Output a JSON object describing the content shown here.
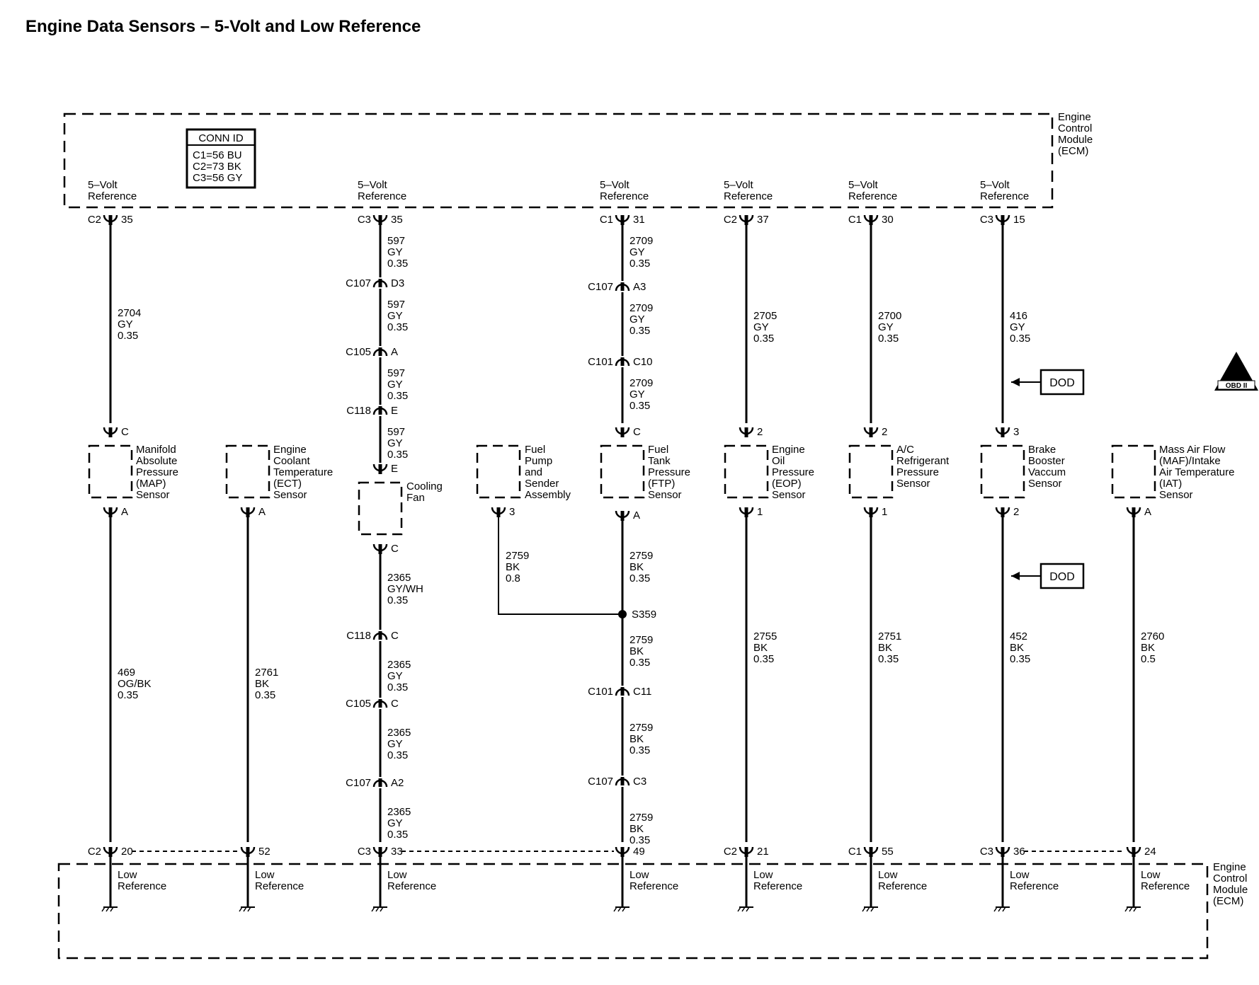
{
  "title": "Engine Data Sensors – 5-Volt and Low Reference",
  "module_label": [
    "Engine",
    "Control",
    "Module",
    "(ECM)"
  ],
  "conn_id": {
    "header": "CONN ID",
    "lines": [
      "C1=56 BU",
      "C2=73 BK",
      "C3=56 GY"
    ]
  },
  "ref_top": [
    "5–Volt",
    "Reference"
  ],
  "ref_bottom": [
    "Low",
    "Reference"
  ],
  "badge": {
    "text": "II",
    "sub": "OBD II"
  },
  "dod_label": "DOD",
  "circuits": [
    {
      "id": "map",
      "top_conn": {
        "name": "C2",
        "pin": "35"
      },
      "upper_wires": [
        [
          "2704",
          "GY",
          "0.35"
        ]
      ],
      "upper_inline": [],
      "sensor": {
        "name": [
          "Manifold",
          "Absolute",
          "Pressure",
          "(MAP)",
          "Sensor"
        ],
        "pin_top": "C",
        "pin_bottom": "A"
      },
      "lower_wires": [
        [
          "469",
          "OG/BK",
          "0.35"
        ]
      ],
      "lower_inline": [],
      "bottom_conn": {
        "name": "C2",
        "pin": "20"
      }
    },
    {
      "id": "ect",
      "top_conn": null,
      "upper_wires": [],
      "upper_inline": [],
      "sensor": {
        "name": [
          "Engine",
          "Coolant",
          "Temperature",
          "(ECT)",
          "Sensor"
        ],
        "pin_top": "",
        "pin_bottom": "A"
      },
      "lower_wires": [
        [
          "2761",
          "BK",
          "0.35"
        ]
      ],
      "lower_inline": [],
      "bottom_conn": {
        "name": "",
        "pin": "52"
      }
    },
    {
      "id": "fan",
      "top_conn": {
        "name": "C3",
        "pin": "35"
      },
      "upper_wires": [
        [
          "597",
          "GY",
          "0.35"
        ],
        [
          "597",
          "GY",
          "0.35"
        ],
        [
          "597",
          "GY",
          "0.35"
        ],
        [
          "597",
          "GY",
          "0.35"
        ]
      ],
      "upper_inline": [
        {
          "name": "C107",
          "pin": "D3"
        },
        {
          "name": "C105",
          "pin": "A"
        },
        {
          "name": "C118",
          "pin": "E"
        }
      ],
      "sensor": {
        "name": [
          "Cooling",
          "Fan"
        ],
        "pin_top": "E",
        "pin_bottom": "C"
      },
      "lower_wires": [
        [
          "2365",
          "GY/WH",
          "0.35"
        ],
        [
          "2365",
          "GY",
          "0.35"
        ],
        [
          "2365",
          "GY",
          "0.35"
        ],
        [
          "2365",
          "GY",
          "0.35"
        ]
      ],
      "lower_inline": [
        {
          "name": "C118",
          "pin": "C"
        },
        {
          "name": "C105",
          "pin": "C"
        },
        {
          "name": "C107",
          "pin": "A2"
        }
      ],
      "bottom_conn": {
        "name": "C3",
        "pin": "33"
      }
    },
    {
      "id": "fuel-pump",
      "top_conn": null,
      "upper_wires": [],
      "upper_inline": [],
      "sensor": {
        "name": [
          "Fuel",
          "Pump",
          "and",
          "Sender",
          "Assembly"
        ],
        "pin_top": "",
        "pin_bottom": "3"
      },
      "lower_wires": [
        [
          "2759",
          "BK",
          "0.8"
        ]
      ],
      "lower_inline": [],
      "bottom_conn": null
    },
    {
      "id": "ftp",
      "top_conn": {
        "name": "C1",
        "pin": "31"
      },
      "upper_wires": [
        [
          "2709",
          "GY",
          "0.35"
        ],
        [
          "2709",
          "GY",
          "0.35"
        ],
        [
          "2709",
          "GY",
          "0.35"
        ]
      ],
      "upper_inline": [
        {
          "name": "C107",
          "pin": "A3"
        },
        {
          "name": "C101",
          "pin": "C10"
        }
      ],
      "sensor": {
        "name": [
          "Fuel",
          "Tank",
          "Pressure",
          "(FTP)",
          "Sensor"
        ],
        "pin_top": "C",
        "pin_bottom": "A"
      },
      "lower_wires": [
        [
          "2759",
          "BK",
          "0.35"
        ],
        [
          "2759",
          "BK",
          "0.35"
        ],
        [
          "2759",
          "BK",
          "0.35"
        ],
        [
          "2759",
          "BK",
          "0.35"
        ]
      ],
      "lower_inline": [
        {
          "name": "S359",
          "pin": ""
        },
        {
          "name": "C101",
          "pin": "C11"
        },
        {
          "name": "C107",
          "pin": "C3"
        }
      ],
      "bottom_conn": {
        "name": "",
        "pin": "49"
      }
    },
    {
      "id": "eop",
      "top_conn": {
        "name": "C2",
        "pin": "37"
      },
      "upper_wires": [
        [
          "2705",
          "GY",
          "0.35"
        ]
      ],
      "upper_inline": [],
      "sensor": {
        "name": [
          "Engine",
          "Oil",
          "Pressure",
          "(EOP)",
          "Sensor"
        ],
        "pin_top": "2",
        "pin_bottom": "1"
      },
      "lower_wires": [
        [
          "2755",
          "BK",
          "0.35"
        ]
      ],
      "lower_inline": [],
      "bottom_conn": {
        "name": "C2",
        "pin": "21"
      }
    },
    {
      "id": "ac",
      "top_conn": {
        "name": "C1",
        "pin": "30"
      },
      "upper_wires": [
        [
          "2700",
          "GY",
          "0.35"
        ]
      ],
      "upper_inline": [],
      "sensor": {
        "name": [
          "A/C",
          "Refrigerant",
          "Pressure",
          "Sensor"
        ],
        "pin_top": "2",
        "pin_bottom": "1"
      },
      "lower_wires": [
        [
          "2751",
          "BK",
          "0.35"
        ]
      ],
      "lower_inline": [],
      "bottom_conn": {
        "name": "C1",
        "pin": "55"
      }
    },
    {
      "id": "brake",
      "top_conn": {
        "name": "C3",
        "pin": "15"
      },
      "upper_wires": [
        [
          "416",
          "GY",
          "0.35"
        ]
      ],
      "upper_inline": [],
      "sensor": {
        "name": [
          "Brake",
          "Booster",
          "Vaccum",
          "Sensor"
        ],
        "pin_top": "3",
        "pin_bottom": "2"
      },
      "lower_wires": [
        [
          "452",
          "BK",
          "0.35"
        ]
      ],
      "lower_inline": [],
      "bottom_conn": {
        "name": "C3",
        "pin": "36"
      }
    },
    {
      "id": "maf",
      "top_conn": null,
      "upper_wires": [],
      "upper_inline": [],
      "sensor": {
        "name": [
          "Mass Air Flow",
          "(MAF)/Intake",
          "Air Temperature",
          "(IAT)",
          "Sensor"
        ],
        "pin_top": "",
        "pin_bottom": "A"
      },
      "lower_wires": [
        [
          "2760",
          "BK",
          "0.5"
        ]
      ],
      "lower_inline": [],
      "bottom_conn": {
        "name": "",
        "pin": "24"
      }
    }
  ]
}
